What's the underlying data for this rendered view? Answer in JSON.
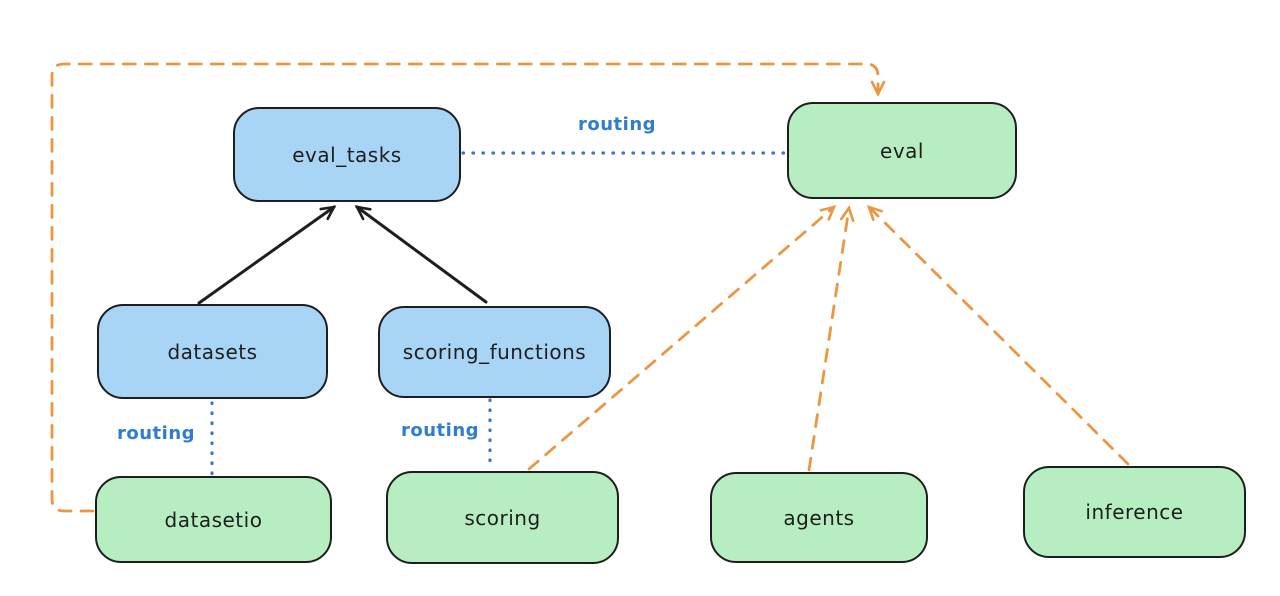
{
  "diagram": {
    "type": "architecture-graph",
    "nodes": {
      "eval_tasks": {
        "label": "eval_tasks",
        "fill": "blue"
      },
      "eval": {
        "label": "eval",
        "fill": "green"
      },
      "datasets": {
        "label": "datasets",
        "fill": "blue"
      },
      "scoring_functions": {
        "label": "scoring_functions",
        "fill": "blue"
      },
      "datasetio": {
        "label": "datasetio",
        "fill": "green"
      },
      "scoring": {
        "label": "scoring",
        "fill": "green"
      },
      "agents": {
        "label": "agents",
        "fill": "green"
      },
      "inference": {
        "label": "inference",
        "fill": "green"
      }
    },
    "edge_labels": {
      "eval_tasks_to_eval": "routing",
      "datasets_to_datasetio": "routing",
      "scoring_functions_to_scoring": "routing"
    },
    "edges": [
      {
        "from": "datasets",
        "to": "eval_tasks",
        "style": "solid",
        "color": "black",
        "arrow": true,
        "label": ""
      },
      {
        "from": "scoring_functions",
        "to": "eval_tasks",
        "style": "solid",
        "color": "black",
        "arrow": true,
        "label": ""
      },
      {
        "from": "eval_tasks",
        "to": "eval",
        "style": "dotted",
        "color": "blue",
        "arrow": false,
        "label": "routing"
      },
      {
        "from": "datasets",
        "to": "datasetio",
        "style": "dotted",
        "color": "blue",
        "arrow": false,
        "label": "routing"
      },
      {
        "from": "scoring_functions",
        "to": "scoring",
        "style": "dotted",
        "color": "blue",
        "arrow": false,
        "label": "routing"
      },
      {
        "from": "datasetio",
        "to": "eval",
        "style": "dashed",
        "color": "orange",
        "arrow": true,
        "label": ""
      },
      {
        "from": "scoring",
        "to": "eval",
        "style": "dashed",
        "color": "orange",
        "arrow": true,
        "label": ""
      },
      {
        "from": "agents",
        "to": "eval",
        "style": "dashed",
        "color": "orange",
        "arrow": true,
        "label": ""
      },
      {
        "from": "inference",
        "to": "eval",
        "style": "dashed",
        "color": "orange",
        "arrow": true,
        "label": ""
      }
    ],
    "colors": {
      "node_stroke": "#1e1e1e",
      "blue_node_fill": "#a8d4f6",
      "green_node_fill": "#b6eec1",
      "black_edge": "#1e1e1e",
      "blue_edge": "#3b74c9",
      "blue_label": "#2f7cd1",
      "orange_edge": "#eb9742",
      "background": "#ffffff"
    }
  }
}
